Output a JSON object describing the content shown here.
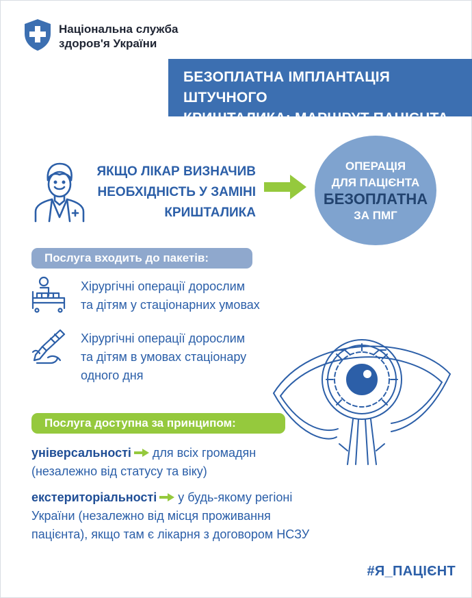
{
  "header": {
    "org_line1": "Національна служба",
    "org_line2": "здоров'я України",
    "logo_icon": "shield-cross-icon"
  },
  "title": {
    "line1": "БЕЗОПЛАТНА ІМПЛАНТАЦІЯ ШТУЧНОГО",
    "line2": "КРИШТАЛИКА: МАРШРУТ ПАЦІЄНТА"
  },
  "condition": {
    "line1": "ЯКЩО ЛІКАР ВИЗНАЧИВ",
    "line2": "НЕОБХІДНІСТЬ У ЗАМІНІ",
    "line3": "КРИШТАЛИКА",
    "icon": "doctor-icon"
  },
  "result_circle": {
    "line1": "ОПЕРАЦІЯ",
    "line2": "ДЛЯ ПАЦІЄНТА",
    "line3": "БЕЗОПЛАТНА",
    "line4": "ЗА ПМГ"
  },
  "packages": {
    "heading": "Послуга входить до пакетів:",
    "items": [
      {
        "icon": "hospital-bed-icon",
        "line1": "Хірургічні операції дорослим",
        "line2": "та дітям у стаціонарних умовах"
      },
      {
        "icon": "scalpel-hand-icon",
        "line1": "Хірургічні операції дорослим",
        "line2": "та дітям в умовах стаціонару",
        "line3": "одного дня"
      }
    ]
  },
  "principles": {
    "heading": "Послуга доступна за принципом:",
    "universal": {
      "term": "універсальності",
      "line1_rest": "для всіх громадян",
      "line2": "(незалежно від статусу та віку)"
    },
    "extraterritorial": {
      "term": "екстериторіальності",
      "line1_rest": "у будь-якому регіоні",
      "line2": "України (незалежно від місця проживання",
      "line3": "пацієнта), якщо там є лікарня з договором НСЗУ"
    }
  },
  "footer": {
    "hashtag": "#Я_ПАЦІЄНТ"
  },
  "colors": {
    "brand_blue": "#3c6fb1",
    "text_blue": "#2a5ea8",
    "circle_blue": "#7fa3cf",
    "pill_blue": "#8fa8cd",
    "accent_green": "#95c93d"
  },
  "decor": {
    "eye_icon": "eye-lens-icon"
  }
}
